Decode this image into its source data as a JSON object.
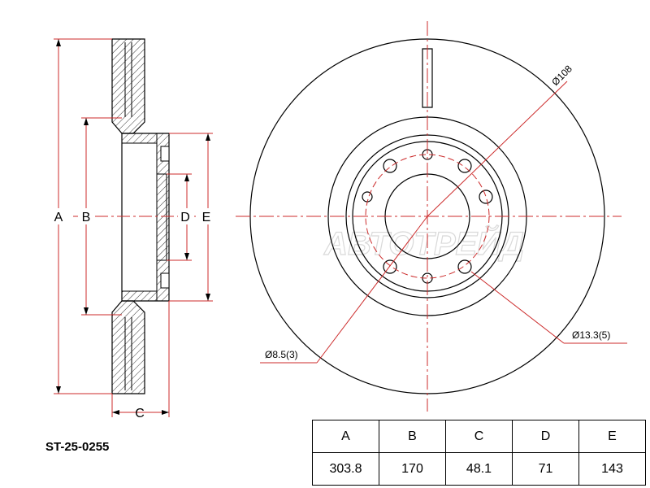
{
  "part_number": "ST-25-0255",
  "dimension_labels": [
    "A",
    "B",
    "C",
    "D",
    "E"
  ],
  "annotations": {
    "dia_108": "Ø108",
    "dia_8_5": "Ø8.5(3)",
    "dia_13_3": "Ø13.3(5)"
  },
  "watermark": "АВТОТРЕЙД",
  "table": {
    "headers": [
      "A",
      "B",
      "C",
      "D",
      "E"
    ],
    "values": [
      "303.8",
      "170",
      "48.1",
      "71",
      "143"
    ]
  },
  "colors": {
    "line": "#000000",
    "center_line": "#cc2b2b",
    "watermark": "#d9d9d9"
  }
}
